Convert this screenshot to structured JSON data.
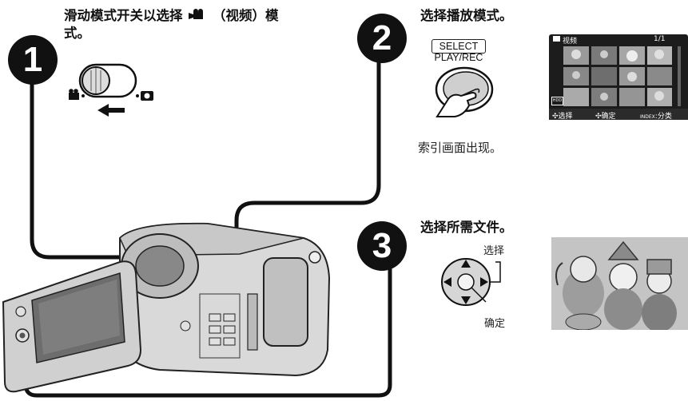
{
  "steps": [
    {
      "number": "1",
      "text": "滑动模式开关以选择",
      "text_tail": "（视频）模",
      "text_line2": "式。",
      "icon": "video-camera-icon"
    },
    {
      "number": "2",
      "text": "选择播放模式。"
    },
    {
      "number": "3",
      "text": "选择所需文件。"
    }
  ],
  "step2": {
    "button_label": "SELECT",
    "button_sublabel": "PLAY/REC",
    "result_text": "索引画面出现。"
  },
  "screen": {
    "mode_label": "视频",
    "page_indicator": "1/1",
    "media_badge": "HDD",
    "footer": {
      "select": "选择",
      "confirm": "确定",
      "index_prefix": "INDEX",
      "index_label": "分类"
    }
  },
  "step3": {
    "select_label": "选择",
    "confirm_label": "确定"
  },
  "colors": {
    "step_circle": "#111111",
    "line": "#111111"
  }
}
